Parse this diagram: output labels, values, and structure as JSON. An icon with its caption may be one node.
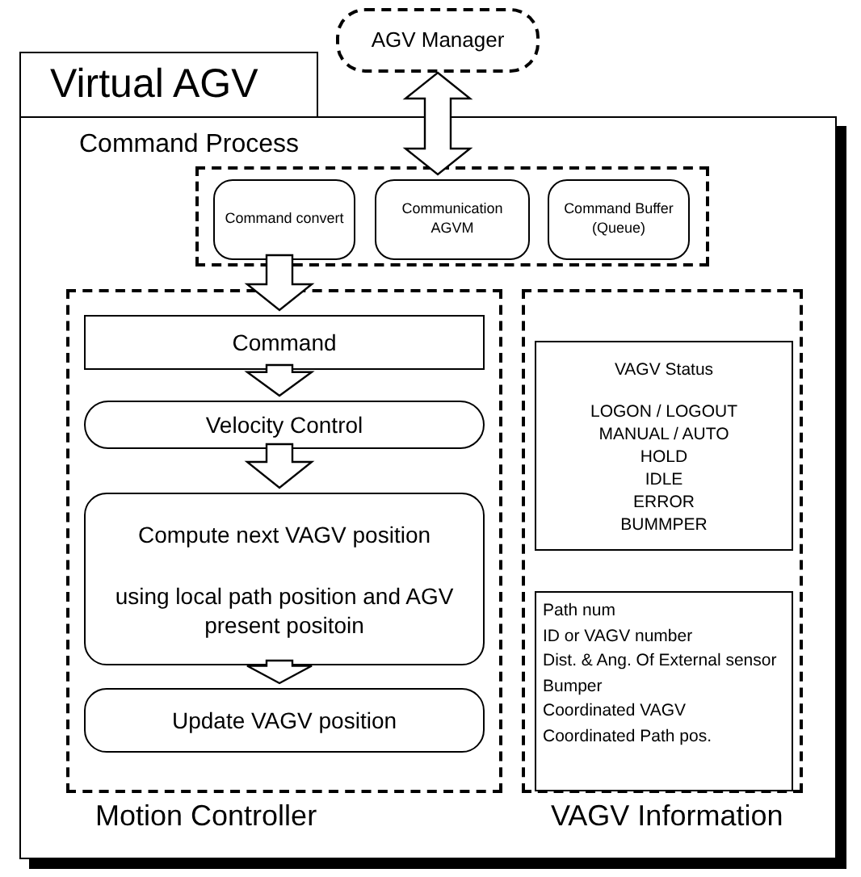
{
  "diagram": {
    "nodes": [
      {
        "text": [
          "AGV Manager"
        ]
      },
      {
        "text": [
          "Virtual AGV"
        ]
      },
      {
        "text": [
          "Command Process"
        ],
        "in": 1
      },
      {
        "text": [
          "Command convert"
        ],
        "in": 2
      },
      {
        "text": [
          "Communication AGVM"
        ],
        "in": 2
      },
      {
        "text": [
          "Command Buffer (Queue)"
        ],
        "in": 2
      },
      {
        "text": [
          "Motion Controller"
        ],
        "in": 1
      },
      {
        "text": [
          "Command"
        ],
        "in": 6
      },
      {
        "text": [
          "Velocity Control"
        ],
        "in": 6
      },
      {
        "text": [
          "Compute next VAGV position",
          "using local path position and AGV present positoin"
        ],
        "in": 6
      },
      {
        "text": [
          "Update VAGV position"
        ],
        "in": 6
      },
      {
        "text": [
          "VAGV Information"
        ],
        "in": 1
      },
      {
        "text": [
          "VAGV Status",
          "LOGON / LOGOUT",
          "MANUAL / AUTO",
          "HOLD",
          "IDLE",
          "ERROR",
          "BUMMPER"
        ],
        "in": 11
      },
      {
        "text": [
          "Path num",
          "ID or VAGV number",
          "Dist. & Ang. Of External sensor",
          "Bumper",
          "Coordinated VAGV",
          "Coordinated Path pos."
        ],
        "in": 11
      }
    ],
    "edges": [
      {
        "from": 0,
        "to": 4,
        "arrow": "both"
      },
      {
        "from": 3,
        "to": 7,
        "arrow": "to"
      },
      {
        "from": 7,
        "to": 8,
        "arrow": "to"
      },
      {
        "from": 8,
        "to": 9,
        "arrow": "to"
      },
      {
        "from": 9,
        "to": 10,
        "arrow": "to"
      }
    ]
  }
}
